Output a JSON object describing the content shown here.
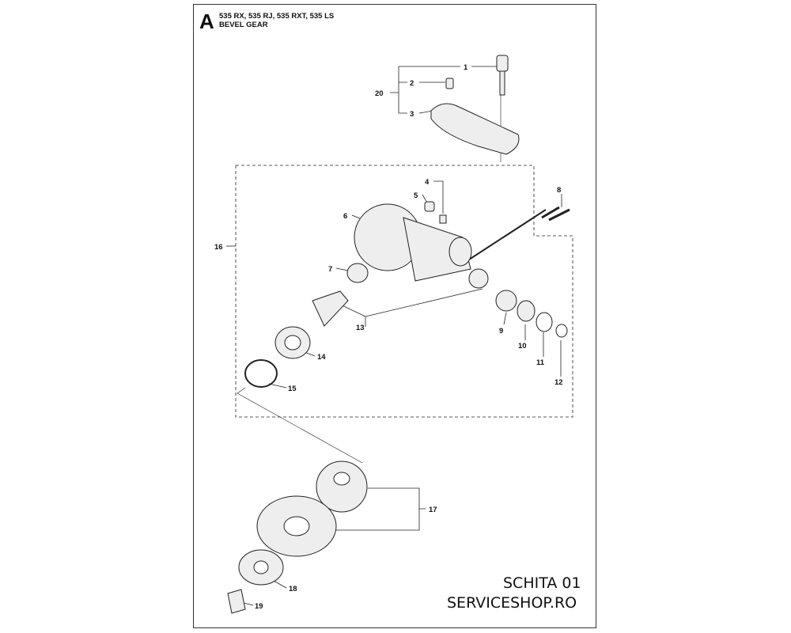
{
  "header": {
    "section": "A",
    "models": "535 RX, 535 RJ, 535 RXT, 535 LS",
    "title": "BEVEL GEAR"
  },
  "footer": {
    "sketch": "SCHITA 01",
    "shop": "SERVICESHOP.RO"
  },
  "callouts": [
    "1",
    "2",
    "3",
    "4",
    "5",
    "6",
    "7",
    "8",
    "9",
    "10",
    "11",
    "12",
    "13",
    "14",
    "15",
    "16",
    "17",
    "18",
    "19",
    "20"
  ]
}
